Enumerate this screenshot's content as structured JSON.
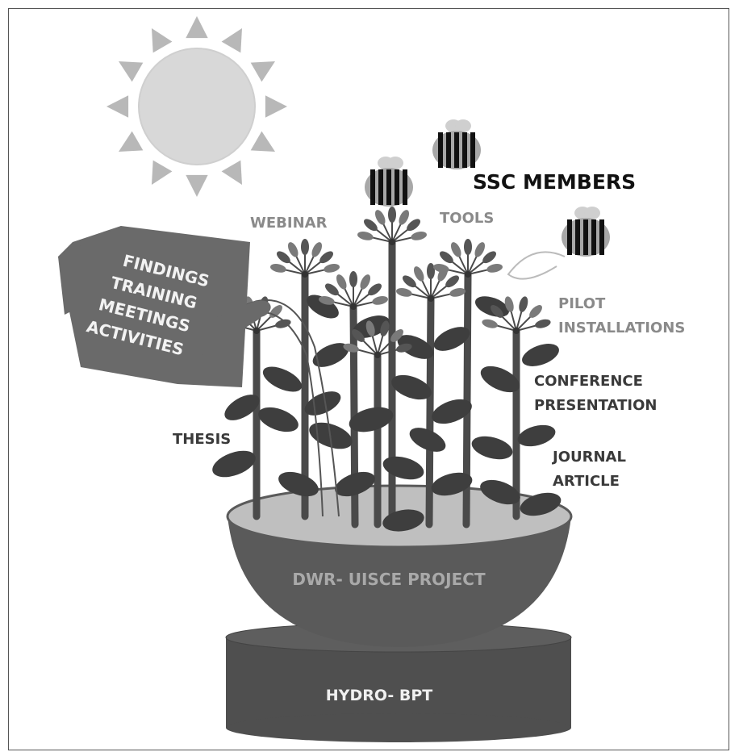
{
  "watering_can": {
    "lines": [
      "FINDINGS",
      "TRAINING",
      "MEETINGS",
      "ACTIVITIES"
    ]
  },
  "labels": {
    "webinar": "WEBINAR",
    "tools": "TOOLS",
    "ssc_members": "SSC MEMBERS",
    "pilot_installations": [
      "PILOT",
      "INSTALLATIONS"
    ],
    "conference_presentation": [
      "CONFERENCE",
      "PRESENTATION"
    ],
    "thesis": "THESIS",
    "journal_article": [
      "JOURNAL",
      "ARTICLE"
    ]
  },
  "pot": {
    "label": "DWR- UISCE PROJECT"
  },
  "base": {
    "label": "HYDRO- BPT"
  },
  "colors": {
    "sun": "#d8d8d8",
    "sun_rays": "#b8b8b8",
    "can": "#6a6a6a",
    "can_text": "#f2f2f2",
    "stem": "#4a4a4a",
    "leaf": "#3e3e3e",
    "pot": "#5a5a5a",
    "soil": "#bfbfbf",
    "base": "#4f4f4f",
    "label_dark": "#3a3a3a",
    "label_light": "#8a8a8a",
    "bee_stripe": "#111111",
    "bee_body": "#a8a8a8"
  }
}
